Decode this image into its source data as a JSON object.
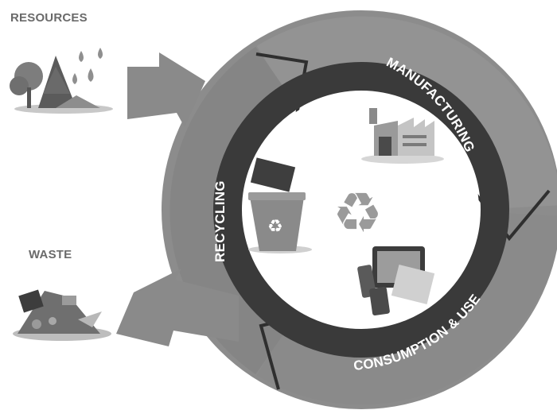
{
  "labels": {
    "resources": "RESOURCES",
    "waste": "WASTE",
    "manufacturing": "MANUFACTURING",
    "consumption": "CONSUMPTION & USE",
    "recycling": "RECYCLING"
  },
  "icons": {
    "center": "recycle-symbol-icon",
    "resources": "trees-and-water-drops-icon",
    "waste": "waste-pile-icon",
    "manufacturing": "factory-icon",
    "consumption": "tablet-and-phone-icon",
    "recycling": "recycling-bin-icon"
  },
  "colors": {
    "outer_ring": "#8c8c8c",
    "inner_ring": "#3a3a3a",
    "arrows": "#8a8a8a",
    "label_text": "#6a6a6a"
  }
}
